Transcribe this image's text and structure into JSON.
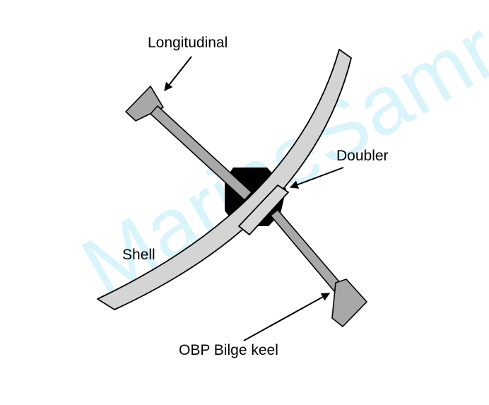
{
  "watermark": "MarineSamraj",
  "labels": {
    "longitudinal": "Longitudinal",
    "doubler": "Doubler",
    "shell": "Shell",
    "bilge_keel": "OBP Bilge keel"
  },
  "colors": {
    "plate_fill": "#a8a8a8",
    "shell_fill": "#d4d4d4",
    "doubler_fill": "#d8d8d8",
    "weld": "#000000",
    "outline": "#000000",
    "watermark": "#d9f4fb"
  }
}
